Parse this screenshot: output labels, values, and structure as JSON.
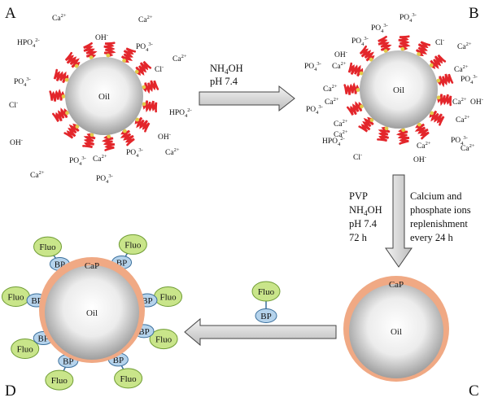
{
  "panels": {
    "A": "A",
    "B": "B",
    "C": "C",
    "D": "D"
  },
  "oil_label": "Oil",
  "cap_label": "CaP",
  "fluo_label": "Fluo",
  "bp_label": "BP",
  "arrow_ab": {
    "line1_base": "NH",
    "line1_sub": "4",
    "line1_tail": "OH",
    "line2": "pH 7.4"
  },
  "arrow_bc": {
    "left": [
      "PVP",
      "NH4OH",
      "pH 7.4",
      "72 h"
    ],
    "right": [
      "Calcium and",
      "phosphate ions",
      "replenishment",
      "every 24 h"
    ]
  },
  "colors": {
    "protein_red": "#e3262b",
    "phosphate_yellow": "#e2c94a",
    "cap_shell": "#f0a984",
    "fluo_green": "#c9e58a",
    "bp_blue": "#b5d3ec",
    "arrow_gray": "#d6d6d6"
  }
}
